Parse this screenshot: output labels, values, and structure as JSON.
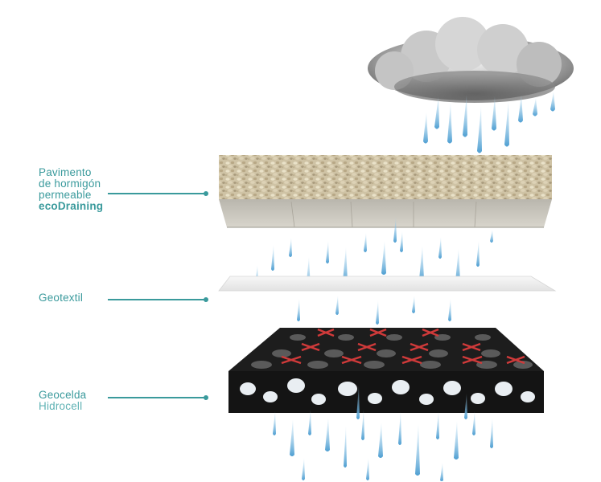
{
  "labels": {
    "pavement": {
      "line1": "Pavimento",
      "line2": "de hormigón",
      "line3": "permeable",
      "line4": "ecoDraining"
    },
    "geotextile": {
      "line1": "Geotextil"
    },
    "geocell": {
      "line1": "Geocelda",
      "line2": "Hidrocell"
    }
  },
  "colors": {
    "accent": "#3a9a9c",
    "water": "#6fb6dd",
    "grid_red": "#d03a3a"
  }
}
